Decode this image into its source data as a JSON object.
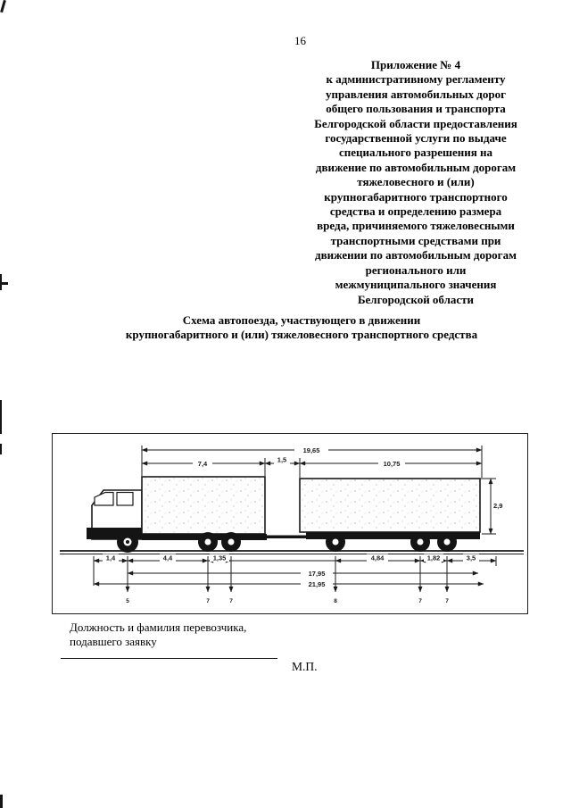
{
  "page": {
    "number": "16"
  },
  "appendix_header": {
    "lines": [
      "Приложение № 4",
      "к административному регламенту",
      "управления автомобильных дорог",
      "общего пользования и транспорта",
      "Белгородской области предоставления",
      "государственной услуги по выдаче",
      "специального разрешения на",
      "движение по автомобильным дорогам",
      "тяжеловесного и (или)",
      "крупногабаритного транспортного",
      "средства и определению размера",
      "вреда, причиняемого тяжеловесными",
      "транспортными средствами при",
      "движении по автомобильным дорогам",
      "регионального или",
      "межмуниципального значения",
      "Белгородской области"
    ]
  },
  "subtitle": {
    "line1": "Схема автопоезда, участвующего в движении",
    "line2": "крупногабаритного и (или) тяжеловесного транспортного средства"
  },
  "diagram": {
    "top_dims": {
      "overall_top": "19,65",
      "truck_body": "7,4",
      "gap": "1,5",
      "trailer_body": "10,75"
    },
    "height_dim": "2,9",
    "bottom_dims": {
      "front_overhang": "1,4",
      "axle1_2": "4,4",
      "axle2_3": "1,35",
      "axle4_5": "4,84",
      "axle5_6": "1,82",
      "rear_overhang": "3,5"
    },
    "span_dims": {
      "axle_span": "17,95",
      "overall_length": "21,95"
    },
    "axle_loads": [
      "5",
      "7",
      "7",
      "8",
      "7",
      "7"
    ]
  },
  "footer": {
    "label_line1": "Должность и фамилия перевозчика,",
    "label_line2": "подавшего заявку",
    "stamp": "М.П."
  }
}
